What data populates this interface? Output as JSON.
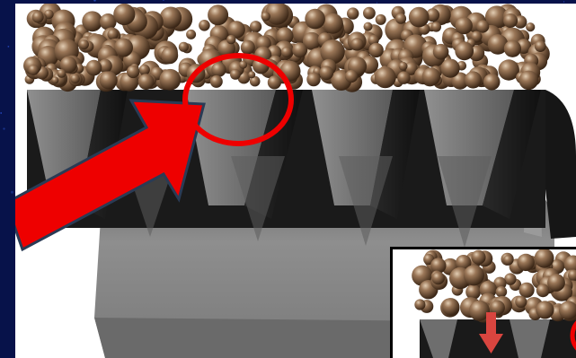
{
  "scene": {
    "background_color": "#07124a",
    "panel_color": "#ffffff",
    "bead_color": "#6b4d34",
    "bead_highlight": "#d9c3a8",
    "channel_color": "#1f1f1f",
    "wall_color": "#6e6e6e",
    "plate_color": "#8d8d8d",
    "arrow_color": "#ee0000",
    "arrow_outline": "#2a3b55",
    "circle_color": "#ee0000",
    "inset_arrow_color": "#d9453f",
    "icons": [
      "red-pointer-arrow",
      "highlight-circle",
      "downward-arrow"
    ]
  }
}
